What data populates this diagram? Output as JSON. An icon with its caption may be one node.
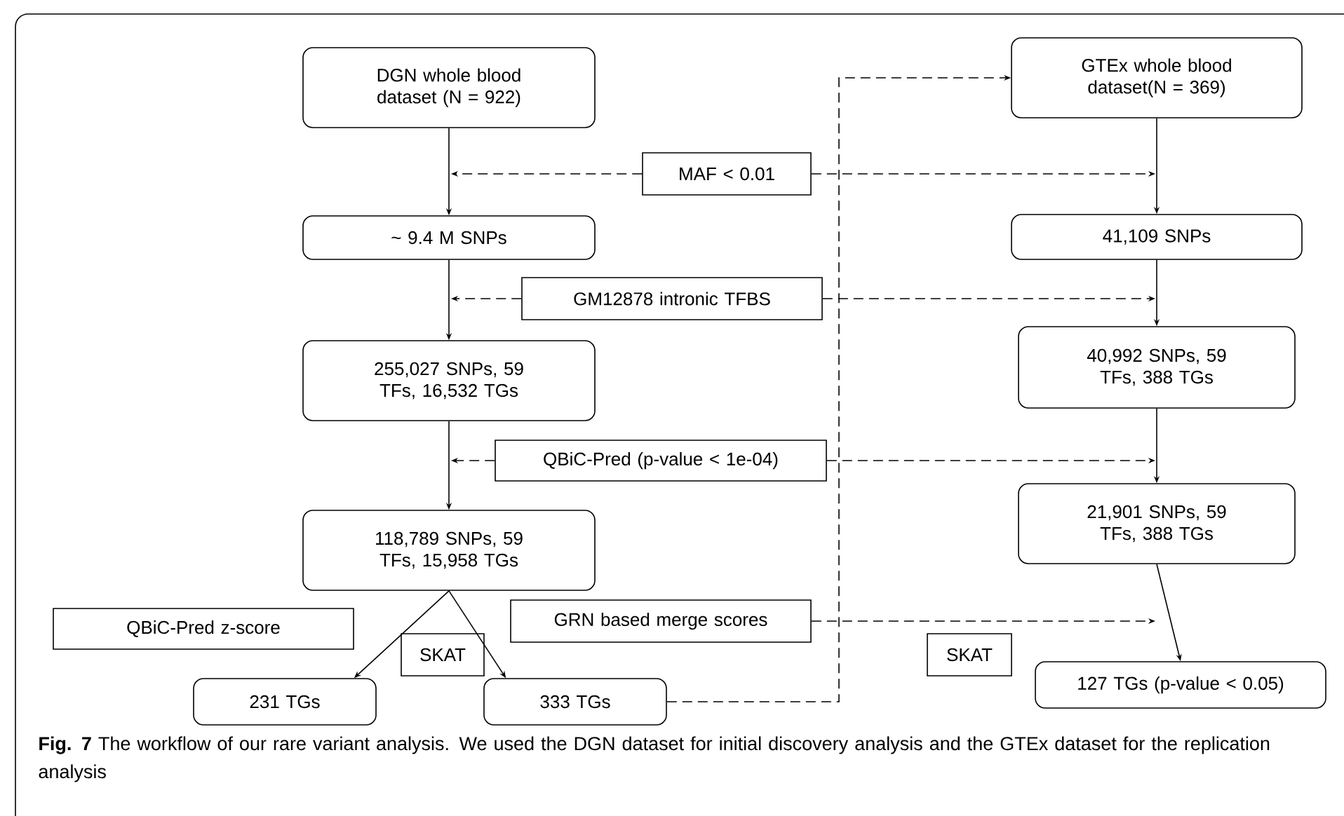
{
  "diagram": {
    "caption": "**Fig. 7**  The workflow of our rare variant analysis. We used the DGN dataset for initial discovery analysis and the GTEx dataset for the replication analysis",
    "nodes": [
      {
        "text": [
          "DGN whole blood dataset (N = 922)"
        ]
      },
      {
        "text": [
          "~ 9.4 M SNPs"
        ]
      },
      {
        "text": [
          "255,027 SNPs, 59 TFs, 16,532 TGs"
        ]
      },
      {
        "text": [
          "118,789 SNPs, 59 TFs, 15,958 TGs"
        ]
      },
      {
        "text": [
          "231 TGs"
        ]
      },
      {
        "text": [
          "333 TGs"
        ]
      },
      {
        "text": [
          "GTEx whole blood dataset(N = 369)"
        ]
      },
      {
        "text": [
          "41,109 SNPs"
        ]
      },
      {
        "text": [
          "40,992 SNPs, 59 TFs, 388 TGs"
        ]
      },
      {
        "text": [
          "21,901 SNPs, 59 TFs, 388 TGs"
        ]
      },
      {
        "text": [
          "127 TGs (p-value < 0.05)"
        ]
      },
      {
        "text": [
          "MAF < 0.01"
        ]
      },
      {
        "text": [
          "GM12878 intronic TFBS"
        ]
      },
      {
        "text": [
          "QBiC-Pred (p-value < 1e-04)"
        ]
      },
      {
        "text": [
          "QBiC-Pred z-score"
        ]
      },
      {
        "text": [
          "SKAT"
        ]
      },
      {
        "text": [
          "GRN based merge scores"
        ]
      },
      {
        "text": [
          "SKAT"
        ]
      }
    ],
    "edges": [
      {
        "from": 0,
        "to": 1,
        "arrow": "to"
      },
      {
        "from": 1,
        "to": 2,
        "arrow": "to"
      },
      {
        "from": 2,
        "to": 3,
        "arrow": "to"
      },
      {
        "from": 3,
        "to": 4,
        "arrow": "to"
      },
      {
        "from": 3,
        "to": 5,
        "arrow": "to"
      },
      {
        "from": 6,
        "to": 7,
        "arrow": "to"
      },
      {
        "from": 7,
        "to": 8,
        "arrow": "to"
      },
      {
        "from": 8,
        "to": 9,
        "arrow": "to"
      },
      {
        "from": 9,
        "to": 10,
        "arrow": "to"
      },
      {
        "from": 11,
        "to": null,
        "arrow": "to",
        "style": "dashed"
      },
      {
        "from": 11,
        "to": null,
        "arrow": "to",
        "style": "dashed"
      },
      {
        "from": 12,
        "to": null,
        "arrow": "to",
        "style": "dashed"
      },
      {
        "from": 12,
        "to": null,
        "arrow": "to",
        "style": "dashed"
      },
      {
        "from": 13,
        "to": null,
        "arrow": "to",
        "style": "dashed"
      },
      {
        "from": 13,
        "to": null,
        "arrow": "to",
        "style": "dashed"
      },
      {
        "from": 16,
        "to": null,
        "arrow": "to",
        "style": "dashed"
      },
      {
        "from": 5,
        "to": 6,
        "arrow": "to",
        "style": "dashed"
      }
    ]
  }
}
